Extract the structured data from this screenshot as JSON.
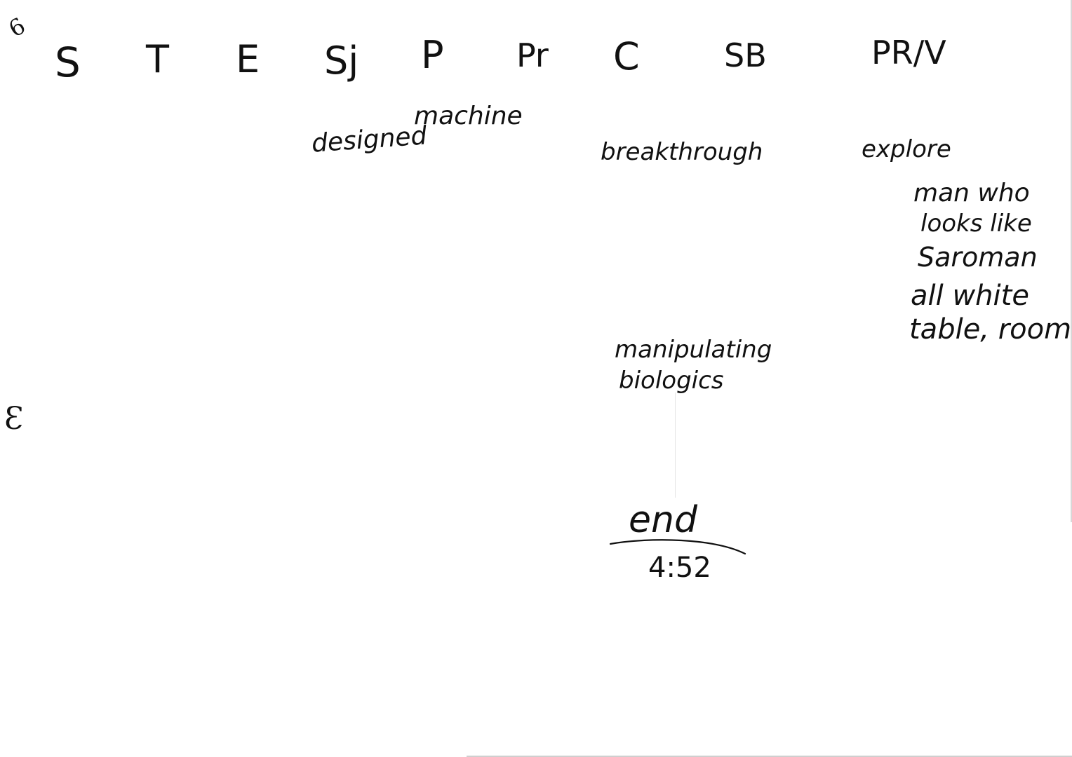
{
  "margin_marks": {
    "top_left": "6",
    "left_middle": "Ɛ"
  },
  "headers": [
    "S",
    "T",
    "E",
    "Sj",
    "P",
    "Pr",
    "C",
    "SB",
    "PR/V"
  ],
  "notes": {
    "designed": "designed",
    "machine": "machine",
    "breakthrough": "breakthrough",
    "explore": "explore",
    "man_lines": [
      "man who",
      "looks like",
      "Saroman",
      "all white",
      "table, room"
    ],
    "manipulating": "manipulating",
    "biologics": "biologics",
    "end": "end",
    "time": "4:52"
  }
}
